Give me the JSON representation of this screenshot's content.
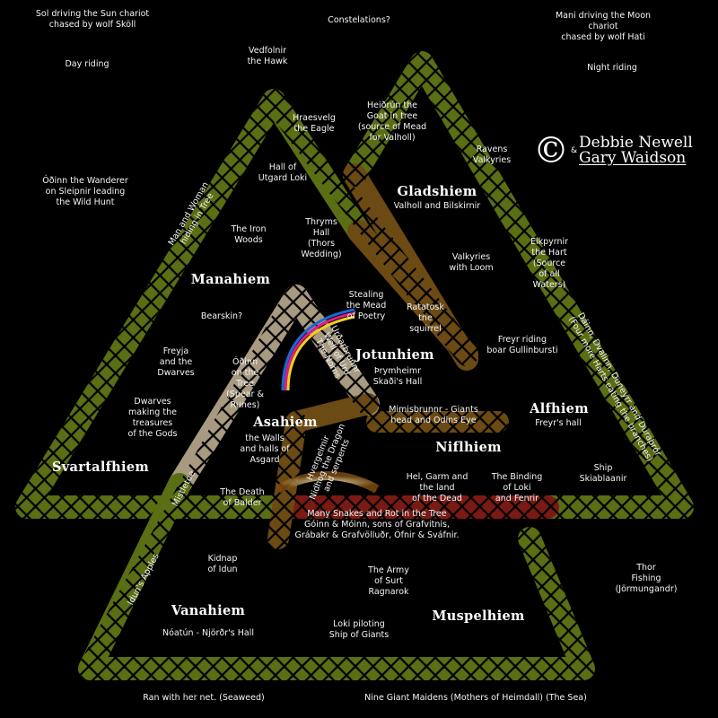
{
  "title": "Valknut map of the Nine Worlds",
  "colors": {
    "background": "#000000",
    "knot_green": "#5a6e14",
    "knot_brown": "#6b4a14",
    "knot_silver": "#a89a80",
    "knot_red": "#7a1a14",
    "text": "#f4f4f4"
  },
  "credit": {
    "symbol": "©",
    "amp": "&",
    "name1": "Debbie Newell",
    "name2": "Gary Waidson"
  },
  "realms": {
    "gladshiem": "Gladshiem",
    "manahiem": "Manahiem",
    "jotunhiem": "Jotunhiem",
    "alfhiem": "Alfhiem",
    "asahiem": "Asahiem",
    "niflhiem": "Niflhiem",
    "svartalfhiem": "Svartalfhiem",
    "vanahiem": "Vanahiem",
    "muspelhiem": "Muspelhiem"
  },
  "labels": {
    "sol": "Sol driving the Sun chariot\nchased by wolf Sköll",
    "constellations": "Constelations?",
    "mani": "Mani driving the Moon chariot\nchased by wolf Hati",
    "day_riding": "Day riding",
    "night_riding": "Night riding",
    "vedfolnir": "Vedfolnir\nthe Hawk",
    "hraesvelg": "Hraesvelg\nthe Eagle",
    "heidrun": "Heiðrún the\nGoat in tree\n(source of Mead\nfor Valholl)",
    "ravens": "Ravens\nValkyries",
    "odinn_wanderer": "Óðinn the Wanderer\non Sleipnir leading\nthe Wild Hunt",
    "utgard": "Hall of\nUtgard Loki",
    "valholl": "Valholl and Bilskirnir",
    "iron_woods": "The Iron\nWoods",
    "thryms": "Thryms\nHall\n(Thors\nWedding)",
    "eikpyrnir": "Eikpyrnir\nthe Hart\n(Source\nof all\nWaters)",
    "valkyries_loom": "Valkyries\nwith Loom",
    "stealing_mead": "Stealing\nthe Mead\nof Poetry",
    "ratatosk": "Ratatosk\nthe\nsquirrel",
    "bearskin": "Bearskin?",
    "freyja": "Freyja\nand the\nDwarves",
    "odinn_tree": "Óðinn\non the\nTree\n(Spear &\nRunes)",
    "prymheimr": "Þrymheimr\nSkaði's Hall",
    "freyr_riding": "Freyr riding\nboar Gullinbursti",
    "dwarves": "Dwarves\nmaking the\ntreasures\nof the Gods",
    "mimisbrunnr": "Mimisbrunnr - Giants\nhead and Odins Eye",
    "walls": "the Walls\nand halls of\nAsgard",
    "freyrs_hall": "Freyr's hall",
    "hel_garm": "Hel, Garm and\nthe land\nof the Dead",
    "binding": "The Binding\nof Loki\nand Fenrir",
    "ship": "Ship\nSkiablaanir",
    "death_balder": "The Death\nof Balder",
    "snakes": "Many Snakes and Rot in the Tree\nGóinn & Móinn, sons of Grafvitnis,\nGrábakr & Grafvölluðr, Ófnir & Sváfnir.",
    "kidnap": "Kidnap\nof Idun",
    "army": "The  Army\nof Surt\nRagnarok",
    "thor": "Thor\nFishing\n(Jörmungandr)",
    "noatun": "Nóatún - Njörðr's Hall",
    "loki_ship": "Loki piloting\nShip of Giants",
    "ran": "Ran with her net. (Seaweed)",
    "nine_maidens": "Nine Giant Maidens (Mothers of Heimdall) (The Sea)"
  },
  "band_labels": {
    "man_woman": "Man and Woman\nhiding in Tree",
    "urdarbrunnr": "Urðarbrunnr\nWell of Urd\nThe Norns",
    "dain": "Dáinn, Dvalinn, Duneyrr and Duraþrór\n(Four more Harts eating the branches)",
    "hvergelmir": "Hvergelmir\nNidhog the Dragon\nand serpents",
    "mistletoe": "Mistletoe",
    "iduns_apples": "Idun's Apples"
  }
}
